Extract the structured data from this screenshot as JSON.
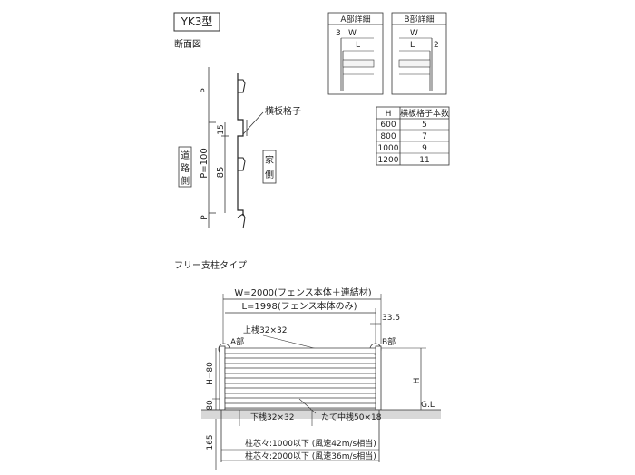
{
  "header": {
    "model_label": "YK3型",
    "section_title": "断面図",
    "free_post_title": "フリー支柱タイプ"
  },
  "section": {
    "pitch_label_top": "P",
    "pitch_label_mid": "P=100",
    "pitch_label_bot": "P",
    "dim_15": "15",
    "dim_85": "85",
    "callout": "横板格子",
    "road_side": [
      "道",
      "路",
      "側"
    ],
    "house_side": [
      "家",
      "側"
    ]
  },
  "detail_a": {
    "title": "A部詳細",
    "w_label": "W",
    "dim_3": "3",
    "l_label": "L"
  },
  "detail_b": {
    "title": "B部詳細",
    "w_label": "W",
    "l_label": "L",
    "dim_2": "2"
  },
  "lattice_table": {
    "headers": [
      "H",
      "横板格子本数"
    ],
    "rows": [
      [
        "600",
        "5"
      ],
      [
        "800",
        "7"
      ],
      [
        "1000",
        "9"
      ],
      [
        "1200",
        "11"
      ]
    ]
  },
  "elevation": {
    "w_dim": "W=2000(フェンス本体＋連結材)",
    "l_dim": "L=1998(フェンス本体のみ)",
    "dim_33_5": "33.5",
    "top_rail": "上桟32×32",
    "part_a": "A部",
    "part_b": "B部",
    "h_minus_80": "H−80",
    "h_label": "H",
    "dim_80": "80",
    "gl": "G.L",
    "bottom_rail": "下桟32×32",
    "mid_post": "たて中桟50×18",
    "dim_165": "165",
    "post_note_1": "柱芯々:1000以下 (風速42m/s相当)",
    "post_note_2": "柱芯々:2000以下 (風速36m/s相当)"
  }
}
